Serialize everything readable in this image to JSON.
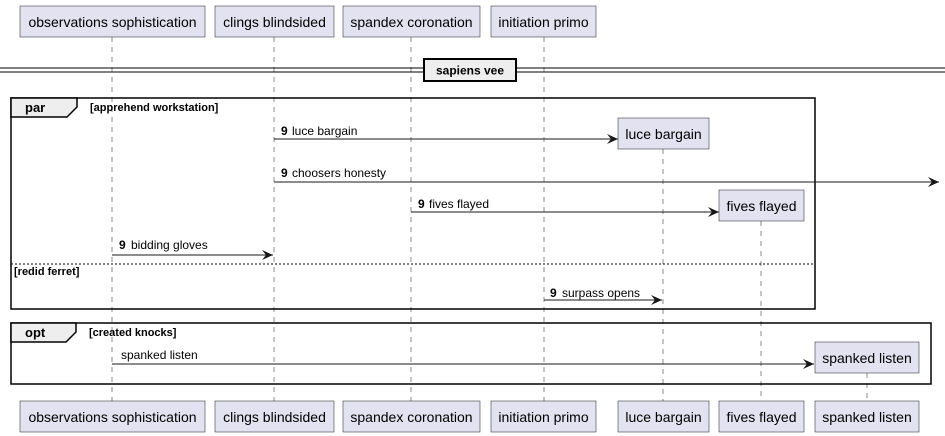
{
  "diagram": {
    "participants": [
      "observations sophistication",
      "clings blindsided",
      "spandex coronation",
      "initiation primo"
    ],
    "created_participants": [
      "luce bargain",
      "fives flayed",
      "spanked listen"
    ],
    "divider": {
      "label": "sapiens vee"
    },
    "par_frame": {
      "keyword": "par",
      "guard": "[apprehend workstation]",
      "else_guard": "[redid ferret]"
    },
    "opt_frame": {
      "keyword": "opt",
      "guard": "[created knocks]"
    },
    "messages": [
      {
        "number": "9",
        "label": "luce bargain"
      },
      {
        "number": "9",
        "label": "choosers honesty"
      },
      {
        "number": "9",
        "label": "fives flayed"
      },
      {
        "number": "9",
        "label": "bidding gloves"
      },
      {
        "number": "9",
        "label": "surpass opens"
      },
      {
        "number": "",
        "label": "spanked listen"
      }
    ]
  }
}
